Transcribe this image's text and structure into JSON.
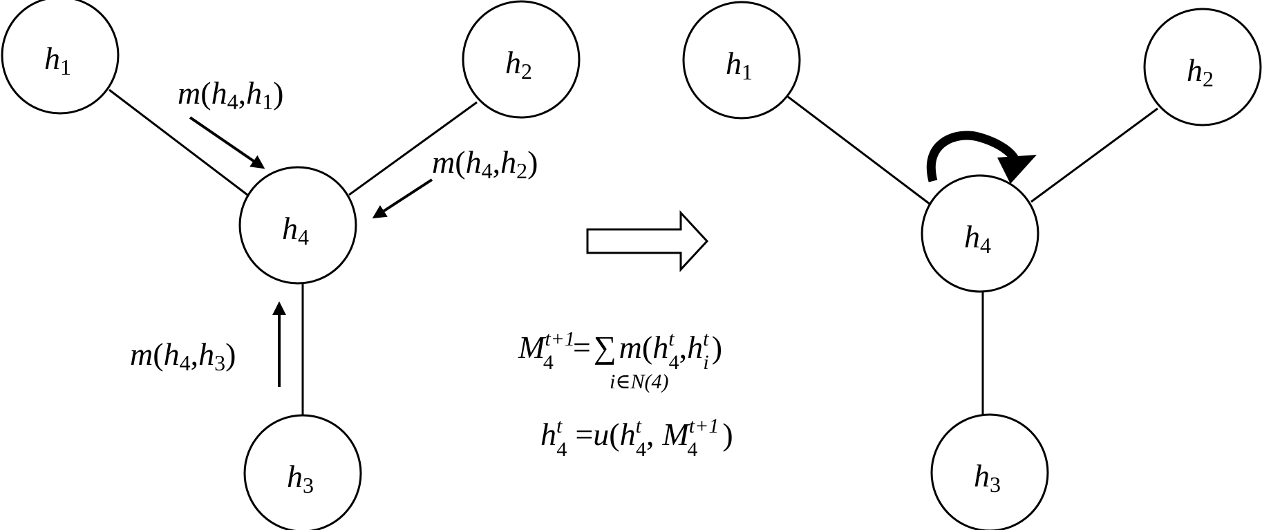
{
  "colors": {
    "stroke": "#000000",
    "background": "#ffffff"
  },
  "left_graph": {
    "nodes": [
      {
        "id": "h1",
        "base": "h",
        "sub": "1"
      },
      {
        "id": "h2",
        "base": "h",
        "sub": "2"
      },
      {
        "id": "h3",
        "base": "h",
        "sub": "3"
      },
      {
        "id": "h4",
        "base": "h",
        "sub": "4"
      }
    ],
    "messages": [
      {
        "f": "m",
        "open": "(",
        "a_base": "h",
        "a_sub": "4",
        "comma": ",",
        "b_base": "h",
        "b_sub": "1",
        "close": ")"
      },
      {
        "f": "m",
        "open": "(",
        "a_base": "h",
        "a_sub": "4",
        "comma": ",",
        "b_base": "h",
        "b_sub": "2",
        "close": ")"
      },
      {
        "f": "m",
        "open": "(",
        "a_base": "h",
        "a_sub": "4",
        "comma": ",",
        "b_base": "h",
        "b_sub": "3",
        "close": ")"
      }
    ]
  },
  "right_graph": {
    "nodes": [
      {
        "id": "h1",
        "base": "h",
        "sub": "1"
      },
      {
        "id": "h2",
        "base": "h",
        "sub": "2"
      },
      {
        "id": "h3",
        "base": "h",
        "sub": "3"
      },
      {
        "id": "h4",
        "base": "h",
        "sub": "4"
      }
    ],
    "self_update_arrow": "curved-arrow-icon"
  },
  "transition_arrow": "hollow-right-arrow-icon",
  "equations": {
    "aggregate": {
      "lhs_base": "M",
      "lhs_sub": "4",
      "lhs_sup": "t+1",
      "equals": "=",
      "sum": "∑",
      "sum_under": "i∈N(4)",
      "f": "m",
      "open": "(",
      "a_base": "h",
      "a_sup": "t",
      "a_sub": "4",
      "comma": ",",
      "b_base": "h",
      "b_sup": "t",
      "b_sub": "i",
      "close": ")"
    },
    "update": {
      "lhs_base": "h",
      "lhs_sup": "t",
      "lhs_sub": "4",
      "equals": "=",
      "f": "u",
      "open": "(",
      "a_base": "h",
      "a_sup": "t",
      "a_sub": "4",
      "comma": ",",
      "b_base": "M",
      "b_sub": "4",
      "b_sup": "t+1",
      "close": ")"
    }
  }
}
